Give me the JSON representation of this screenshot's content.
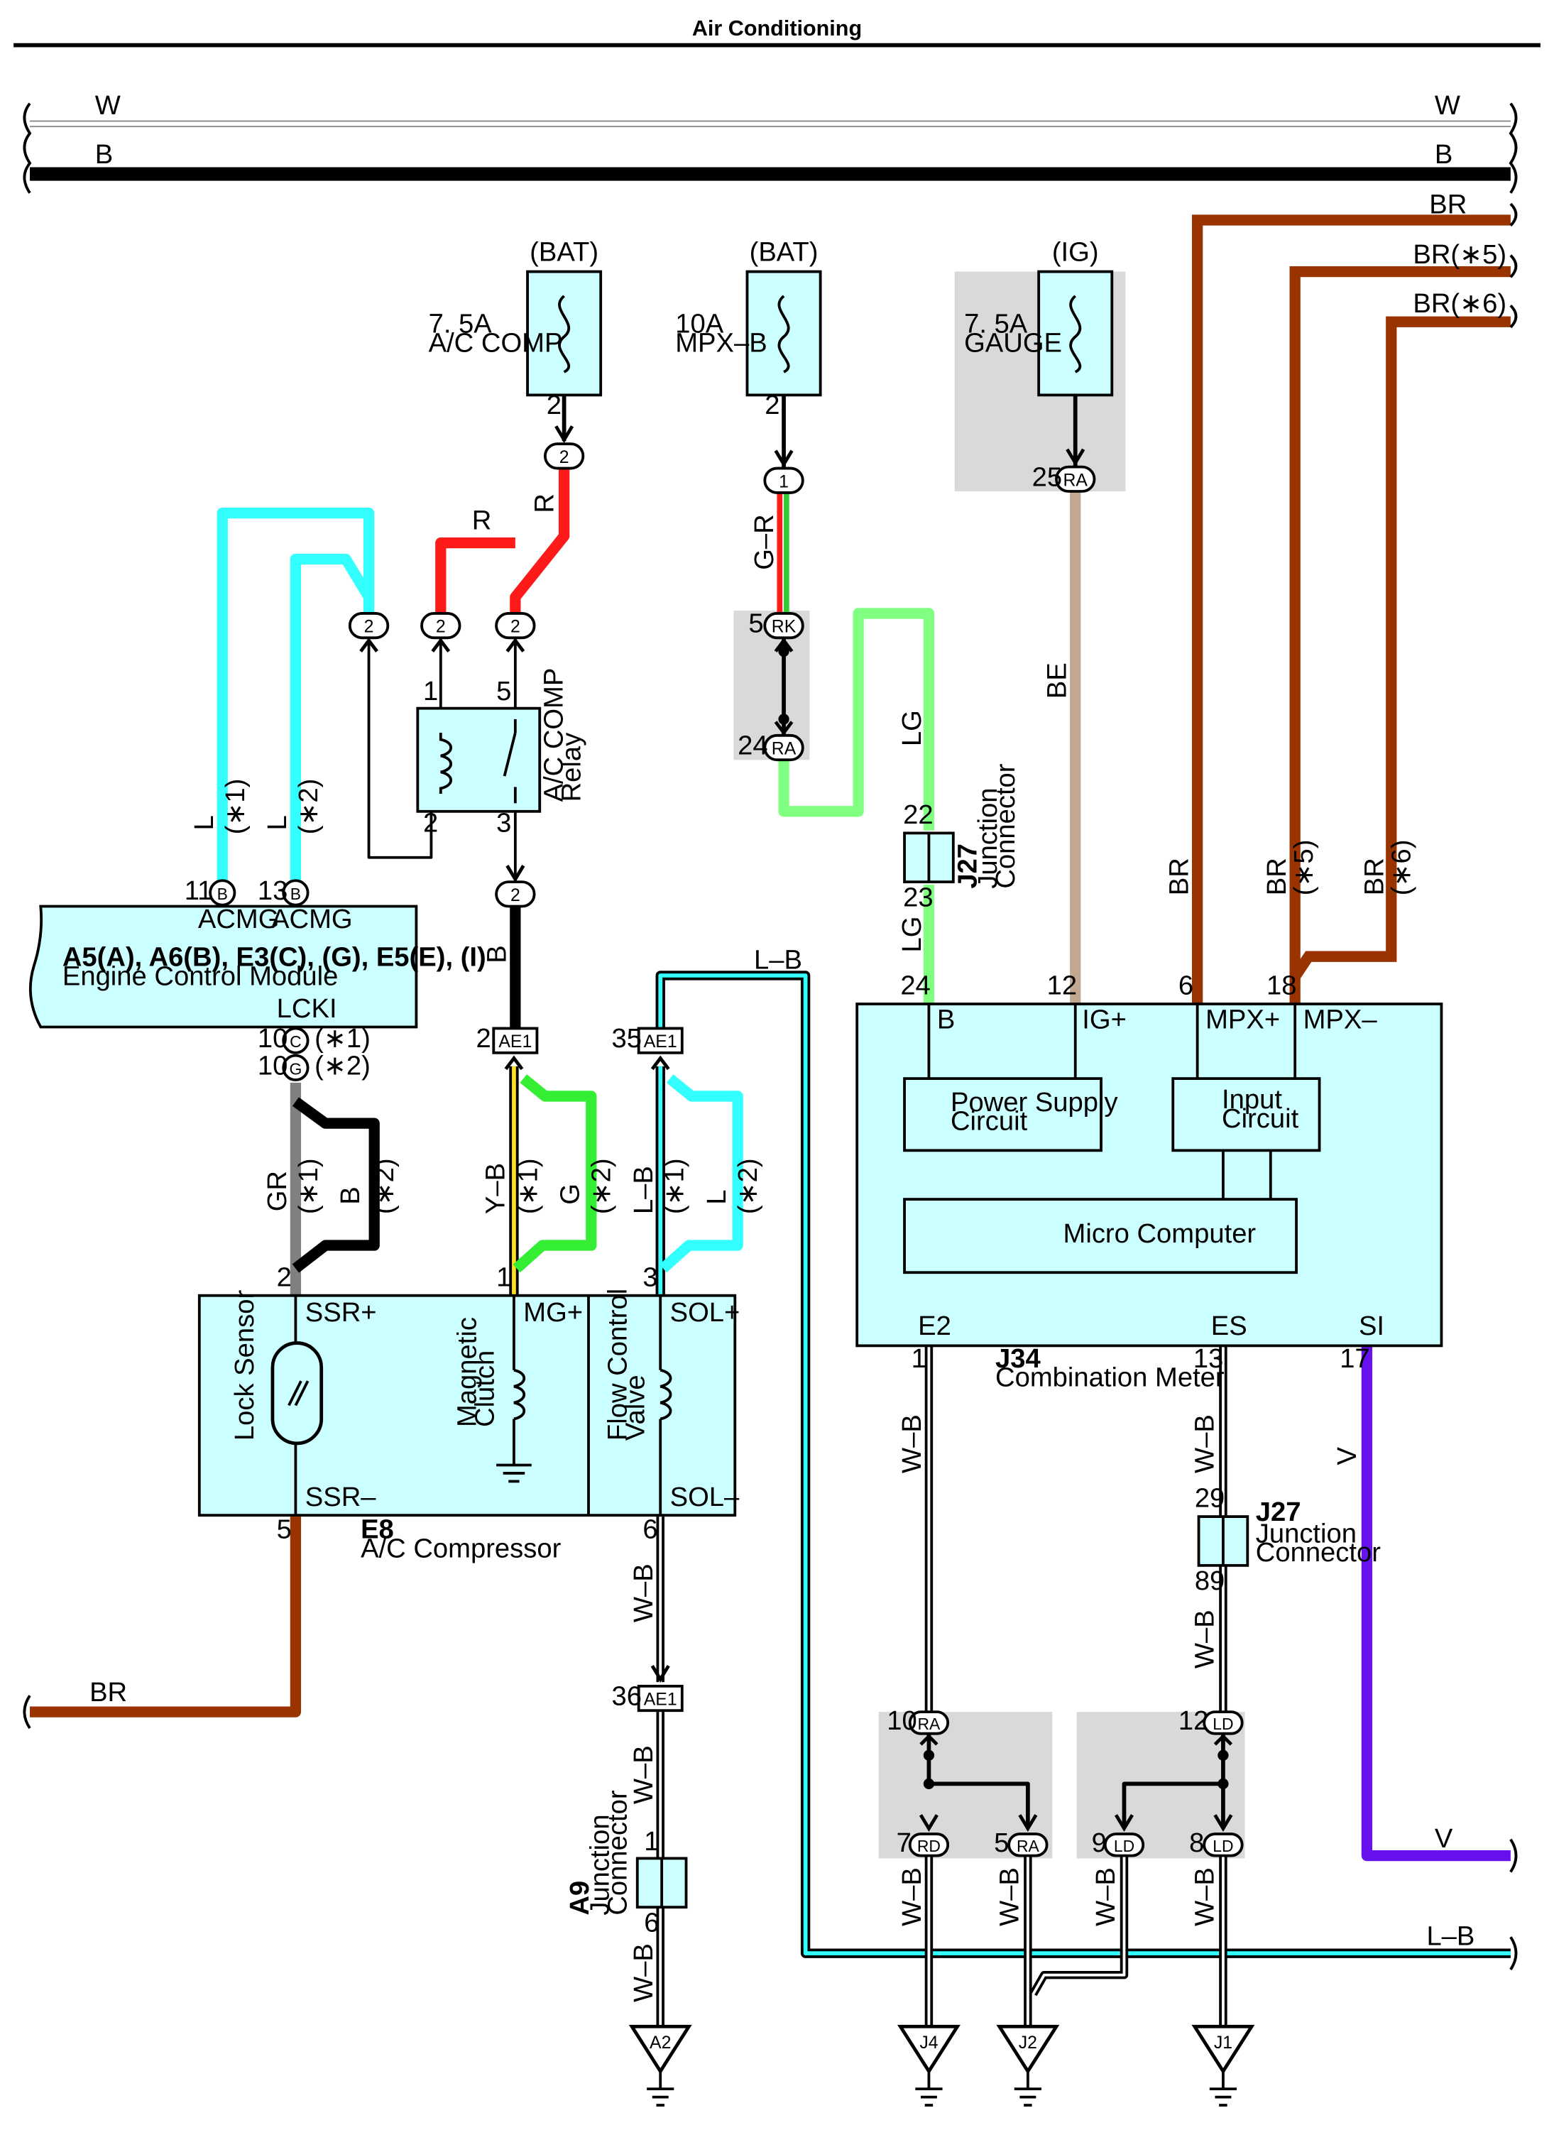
{
  "title": "Air Conditioning",
  "bus": {
    "w_left": "W",
    "w_right": "W",
    "b_left": "B",
    "b_right": "B"
  },
  "right_feeds": {
    "br": "BR",
    "br5": "BR(∗5)",
    "br6": "BR(∗6)"
  },
  "fuses": {
    "acc": {
      "source": "(BAT)",
      "rating": "7. 5A",
      "name": "A/C COMP",
      "pin": "2"
    },
    "mpx": {
      "source": "(BAT)",
      "rating": "10A",
      "name": "MPX–B",
      "pin": "2"
    },
    "gauge": {
      "source": "(IG)",
      "rating": "7. 5A",
      "name": "GAUGE"
    }
  },
  "wire_colors": {
    "R": "R",
    "GR_wire": "G–R",
    "LG": "LG",
    "BE": "BE",
    "BR": "BR",
    "L": "L",
    "B": "B",
    "GR": "GR",
    "YB": "Y–B",
    "G": "G",
    "LB": "L–B",
    "WB": "W–B",
    "V": "V"
  },
  "variants": {
    "v1": "(∗1)",
    "v2": "(∗2)",
    "v5": "(∗5)",
    "v6": "(∗6)"
  },
  "connector_labels": {
    "c2": "2",
    "c1": "1",
    "RK": "RK",
    "RA": "RA",
    "B": "B",
    "C": "C",
    "G": "G",
    "AE1": "AE1",
    "RD": "RD",
    "LD": "LD",
    "A2": "A2",
    "J4": "J4",
    "J2": "J2",
    "J1": "J1"
  },
  "pins": {
    "p1": "1",
    "p2": "2",
    "p3": "3",
    "p5": "5",
    "p6": "6",
    "p7": "7",
    "p8": "8",
    "p9": "9",
    "p10": "10",
    "p11": "11",
    "p12": "12",
    "p13": "13",
    "p17": "17",
    "p18": "18",
    "p22": "22",
    "p23": "23",
    "p24": "24",
    "p25": "25",
    "p29": "29",
    "p35": "35",
    "p36": "36",
    "p89": "89"
  },
  "relay": {
    "name": "A/C COMP",
    "sub": "Relay"
  },
  "j27_top": {
    "id": "J27",
    "name": "Junction",
    "sub": "Connector"
  },
  "j27_bottom": {
    "id": "J27",
    "name": "Junction",
    "sub": "Connector"
  },
  "a9": {
    "id": "A9",
    "name": "Junction",
    "sub": "Connector"
  },
  "ecm": {
    "codes": "A5(A), A6(B), E3(C), (G), E5(E), (I)",
    "name": "Engine Control Module",
    "acmg": "ACMG",
    "lcki": "LCKI"
  },
  "compressor": {
    "id": "E8",
    "name": "A/C Compressor",
    "ssr_plus": "SSR+",
    "ssr_minus": "SSR–",
    "mg_plus": "MG+",
    "sol_plus": "SOL+",
    "sol_minus": "SOL–",
    "lock_sensor": "Lock Sensor",
    "magnetic": "Magnetic",
    "clutch": "Clutch",
    "flow_control": "Flow Control",
    "valve": "Valve"
  },
  "meter": {
    "id": "J34",
    "name": "Combination Meter",
    "B": "B",
    "IG": "IG+",
    "MPXp": "MPX+",
    "MPXm": "MPX–",
    "E2": "E2",
    "ES": "ES",
    "SI": "SI",
    "psc1": "Power Supply",
    "psc2": "Circuit",
    "in1": "Input",
    "in2": "Circuit",
    "micro": "Micro Computer"
  }
}
